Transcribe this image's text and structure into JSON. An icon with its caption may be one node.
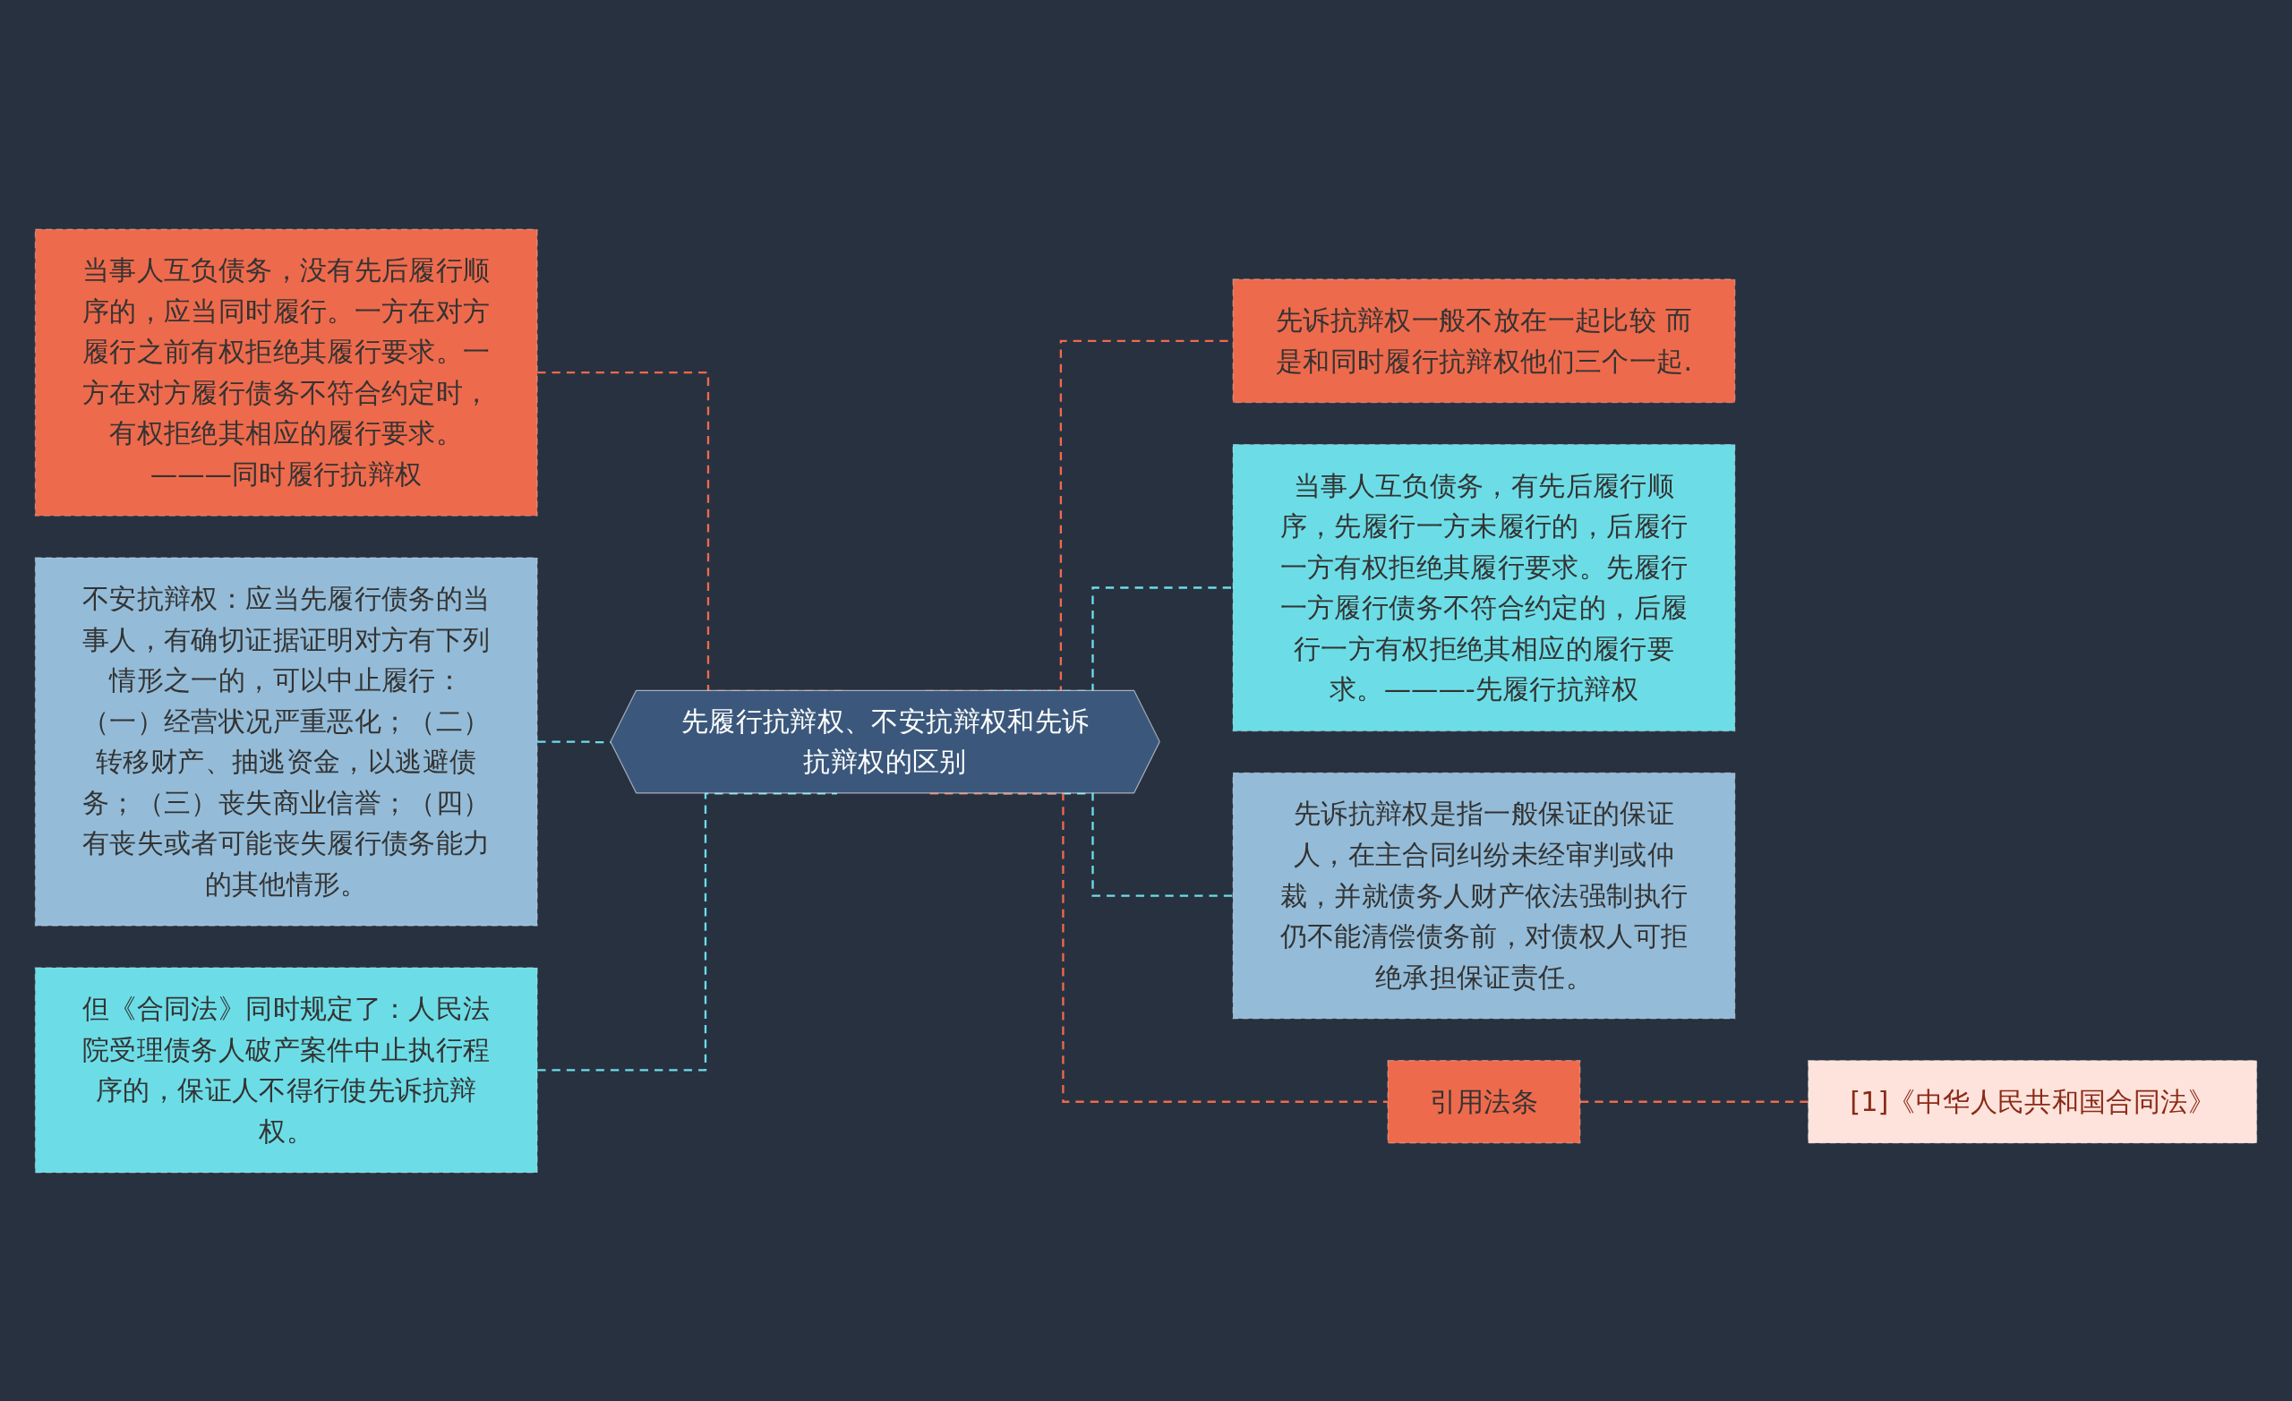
{
  "diagram": {
    "nodes": [
      {
        "text": [
          "先履行抗辩权、不安抗辩权和先诉抗辩权的区别"
        ]
      },
      {
        "text": [
          "当事人互负债务，没有先后履行顺序的，应当同时履行。一方在对方履行之前有权拒绝其履行要求。一方在对方履行债务不符合约定时，有权拒绝其相应的履行要求。———同时履行抗辩权"
        ]
      },
      {
        "text": [
          "不安抗辩权：应当先履行债务的当事人，有确切证据证明对方有下列情形之一的，可以中止履行：（一）经营状况严重恶化；（二）转移财产、抽逃资金，以逃避债务；（三）丧失商业信誉；（四）有丧失或者可能丧失履行债务能力的其他情形。"
        ]
      },
      {
        "text": [
          "但《合同法》同时规定了：人民法院受理债务人破产案件中止执行程序的，保证人不得行使先诉抗辩权。"
        ]
      },
      {
        "text": [
          "先诉抗辩权一般不放在一起比较 而是和同时履行抗辩权他们三个一起."
        ]
      },
      {
        "text": [
          "当事人互负债务，有先后履行顺序，先履行一方未履行的，后履行一方有权拒绝其履行要求。先履行一方履行债务不符合约定的，后履行一方有权拒绝其相应的履行要求。———-先履行抗辩权"
        ]
      },
      {
        "text": [
          "先诉抗辩权是指一般保证的保证人，在主合同纠纷未经审判或仲裁，并就债务人财产依法强制执行仍不能清偿债务前，对债权人可拒绝承担保证责任。"
        ]
      },
      {
        "text": [
          "引用法条"
        ]
      },
      {
        "text": [
          "[1]《中华人民共和国合同法》"
        ]
      }
    ],
    "edges": [
      {
        "from": 0,
        "to": 1,
        "arrow": "none",
        "style": "dashed",
        "color": "#ee6a4c"
      },
      {
        "from": 0,
        "to": 2,
        "arrow": "none",
        "style": "dashed",
        "color": "#6cdde6"
      },
      {
        "from": 0,
        "to": 3,
        "arrow": "none",
        "style": "dashed",
        "color": "#6cdde6"
      },
      {
        "from": 0,
        "to": 4,
        "arrow": "none",
        "style": "dashed",
        "color": "#ee6a4c"
      },
      {
        "from": 0,
        "to": 5,
        "arrow": "none",
        "style": "dashed",
        "color": "#6cdde6"
      },
      {
        "from": 0,
        "to": 6,
        "arrow": "none",
        "style": "dashed",
        "color": "#6cdde6"
      },
      {
        "from": 0,
        "to": 7,
        "arrow": "none",
        "style": "dashed",
        "color": "#ee6a4c"
      },
      {
        "from": 7,
        "to": 8,
        "arrow": "none",
        "style": "dashed",
        "color": "#ee6a4c"
      }
    ]
  }
}
